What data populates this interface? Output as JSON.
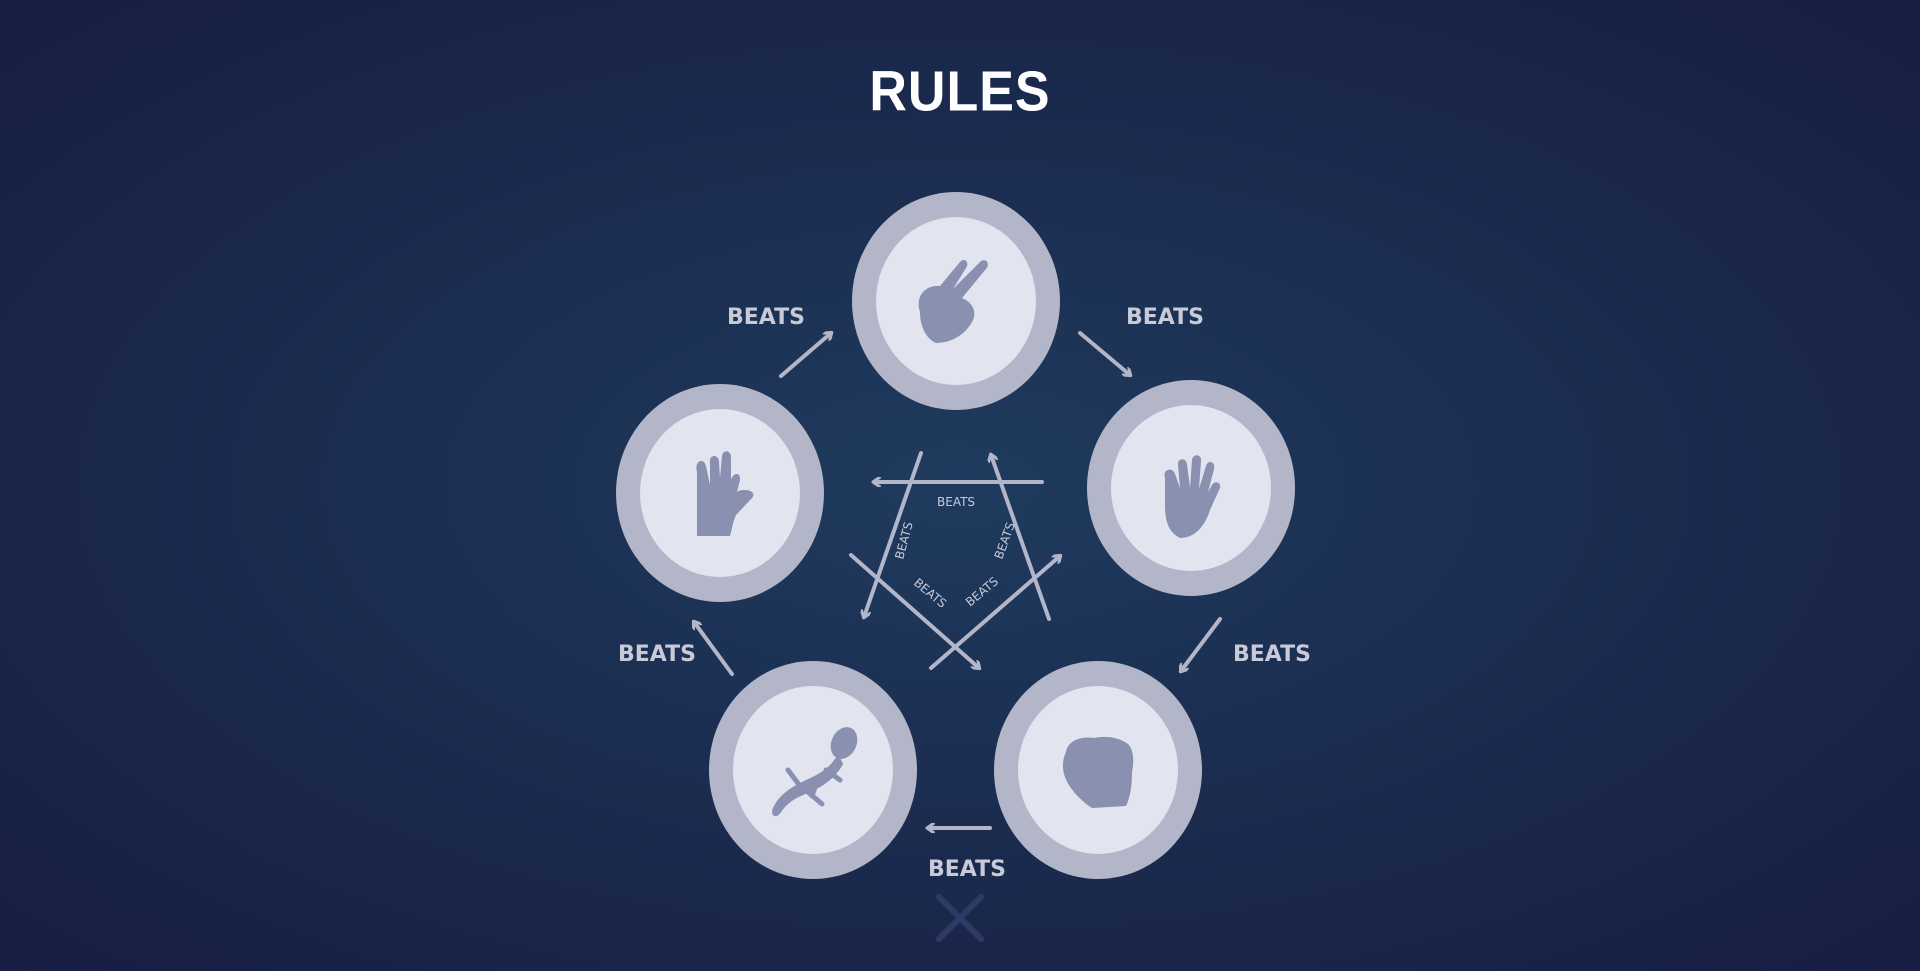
{
  "title": "RULES",
  "beats_label": "BEATS",
  "choices": [
    {
      "name": "scissors",
      "icon": "scissors-hand-icon"
    },
    {
      "name": "paper",
      "icon": "paper-hand-icon"
    },
    {
      "name": "rock",
      "icon": "rock-fist-icon"
    },
    {
      "name": "lizard",
      "icon": "lizard-icon"
    },
    {
      "name": "spock",
      "icon": "spock-hand-icon"
    }
  ],
  "colors": {
    "background": "#1b2d50",
    "circle_outer": "#b3b6c8",
    "circle_inner": "#e2e4ef",
    "icon": "#8a90b0",
    "arrow": "#b3b6c8",
    "title": "#ffffff"
  },
  "close_icon": "close-icon"
}
